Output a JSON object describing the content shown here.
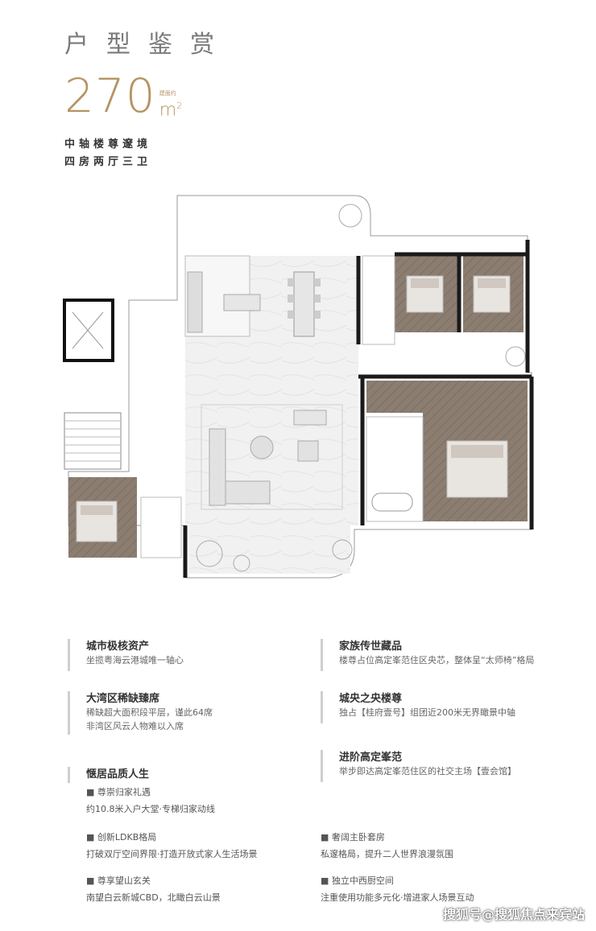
{
  "header": {
    "title": "户型鉴赏",
    "area_value": "270",
    "area_small": "建面约",
    "area_unit": "m",
    "area_sup": "2",
    "tagline1": "中轴楼尊邃境",
    "tagline2": "四房两厅三卫"
  },
  "features": {
    "left": [
      {
        "heading": "城市极核资产",
        "desc": [
          "坐揽粤海云港城唯一轴心"
        ]
      },
      {
        "heading": "大湾区稀缺臻席",
        "desc": [
          "稀缺超大面积段平层，谨此64席",
          "非湾区风云人物难以入席"
        ]
      },
      {
        "heading": "惬居品质人生",
        "desc": []
      }
    ],
    "right": [
      {
        "heading": "家族传世藏品",
        "desc": [
          "楼尊占位高定峯范住区央芯，整体呈“太师椅”格局"
        ]
      },
      {
        "heading": "城央之央楼尊",
        "desc": [
          "独占【桂府壹号】组团近200米无界瞰景中轴"
        ]
      },
      {
        "heading": "进阶高定峯范",
        "desc": [
          "举步即达高定峯范住区的社交主场【壹会馆】"
        ]
      }
    ],
    "subs": [
      {
        "title": "■ 尊崇归家礼遇",
        "desc": "约10.8米入户大堂·专梯归家动线"
      },
      {
        "title": "■ 创新LDKB格局",
        "desc": "打破双厅空间界限·打造开放式家人生活场景"
      },
      {
        "title": "■ 奢阔主卧套房",
        "desc": "私邃格局，提升二人世界浪漫氛围"
      },
      {
        "title": "■ 尊享望山玄关",
        "desc": "南望白云新城CBD，北瞰白云山景"
      },
      {
        "title": "■ 独立中西厨空间",
        "desc": "注重使用功能多元化·增进家人场景互动"
      }
    ]
  },
  "watermark": "搜狐号@搜狐焦点来宾站",
  "colors": {
    "gold": "#b59463",
    "wood": "#8a7a6e",
    "floor": "#eeeeee",
    "wall": "#1a1a1a"
  }
}
